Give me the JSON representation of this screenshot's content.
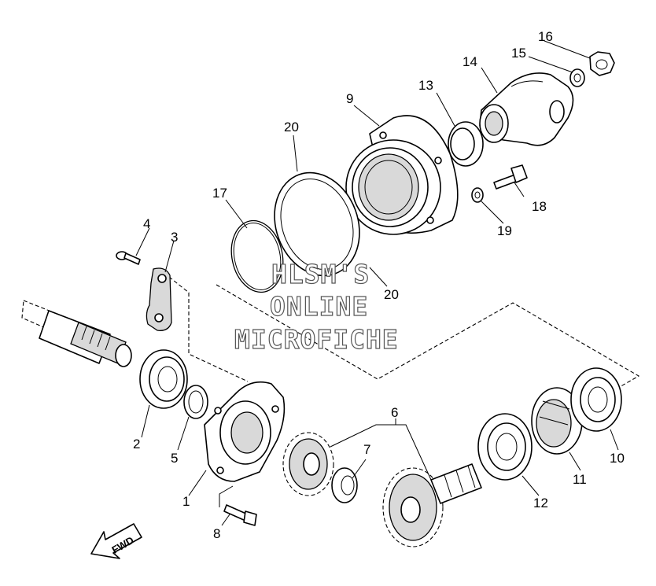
{
  "callouts": {
    "c1": "1",
    "c2": "2",
    "c3": "3",
    "c4": "4",
    "c5": "5",
    "c6": "6",
    "c7": "7",
    "c8": "8",
    "c9": "9",
    "c10": "10",
    "c11": "11",
    "c12": "12",
    "c13": "13",
    "c14": "14",
    "c15": "15",
    "c16": "16",
    "c17": "17",
    "c18": "18",
    "c19": "19",
    "c20a": "20",
    "c20b": "20"
  },
  "watermark": {
    "line1": "HLSM'S",
    "line2": "ONLINE",
    "line3": "MICROFICHE"
  },
  "direction_arrow": {
    "label": "FWD"
  }
}
